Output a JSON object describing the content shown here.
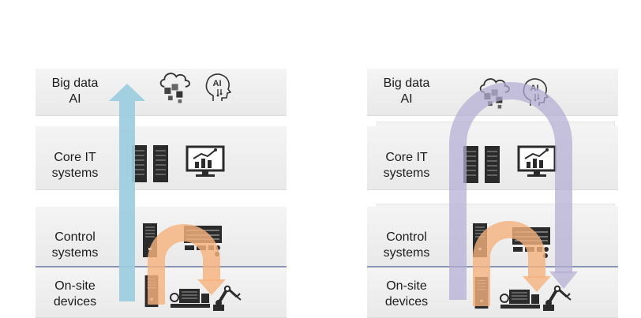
{
  "layers": {
    "bigdata": {
      "line1": "Big data",
      "line2": "AI"
    },
    "coreit": {
      "line1": "Core IT",
      "line2": "systems"
    },
    "control": {
      "line1": "Control",
      "line2": "systems"
    },
    "onsite": {
      "line1": "On-site",
      "line2": "devices"
    }
  },
  "icons": {
    "ai_badge": "AI",
    "cloud": "cloud-data-icon",
    "ai_head": "ai-head-icon",
    "servers": "server-rack-icon",
    "monitor": "chart-monitor-icon",
    "controller": "control-panel-icon",
    "pc_tower": "pc-tower-icon",
    "machine": "factory-machine-icon",
    "robot_arm": "robot-arm-icon"
  },
  "colors": {
    "left_arrow": "#9ccde0",
    "loop_arrow": "#f5b27e",
    "big_loop_arrow": "#b3acd3",
    "divider": "#8a96b4",
    "band": "#eeeeee"
  }
}
